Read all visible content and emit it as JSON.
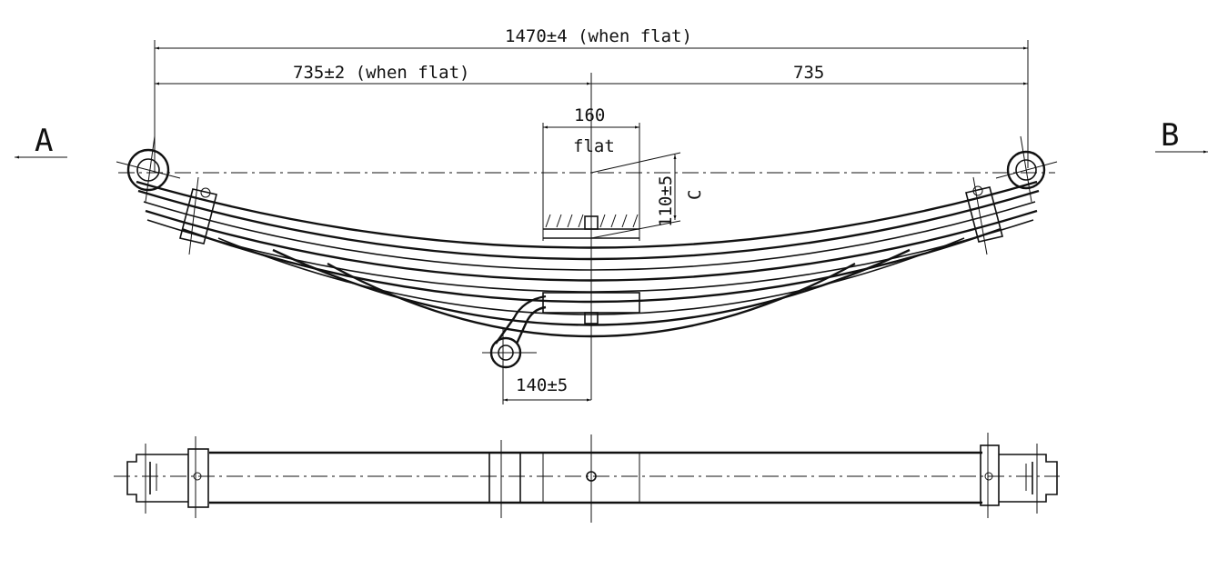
{
  "drawing": {
    "view_labels": {
      "left": "A",
      "right": "B"
    },
    "dimensions": {
      "overall_length": "1470±4 (when flat)",
      "half_length_toleranced": "735±2 (when flat)",
      "half_length": "735",
      "flat_width": "160",
      "flat_label": "flat",
      "camber": "110±5",
      "camber_label": "C",
      "lower_eye_offset": "140±5"
    },
    "ink_color": "#111111",
    "paper_color": "#ffffff"
  }
}
